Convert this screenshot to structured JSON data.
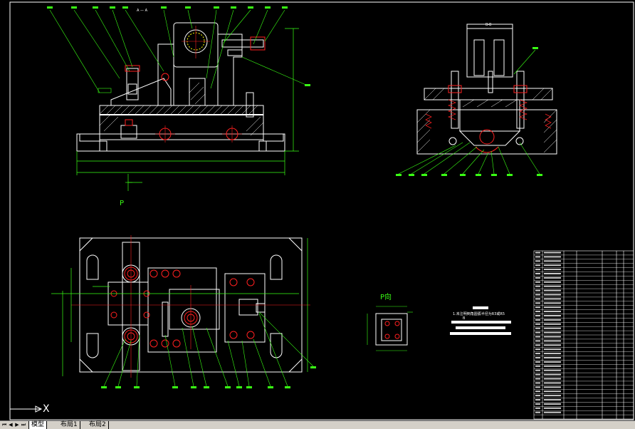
{
  "section_label": "A — A",
  "view_b_label": "B-B",
  "direction_p_label": "P",
  "view_p_label": "P向",
  "tech_req": {
    "line1": "1.未注明倒角圆弧半径为R3或R5",
    "line2": "B"
  },
  "ucs_axis": "X",
  "tabs": [
    "模型",
    "布局1",
    "布局2"
  ],
  "colors": {
    "background": "#000000",
    "outline": "#ffffff",
    "dimension": "#39ff14",
    "center": "#ff2020",
    "hidden": "#ffff00",
    "hatch": "#ffffff"
  }
}
